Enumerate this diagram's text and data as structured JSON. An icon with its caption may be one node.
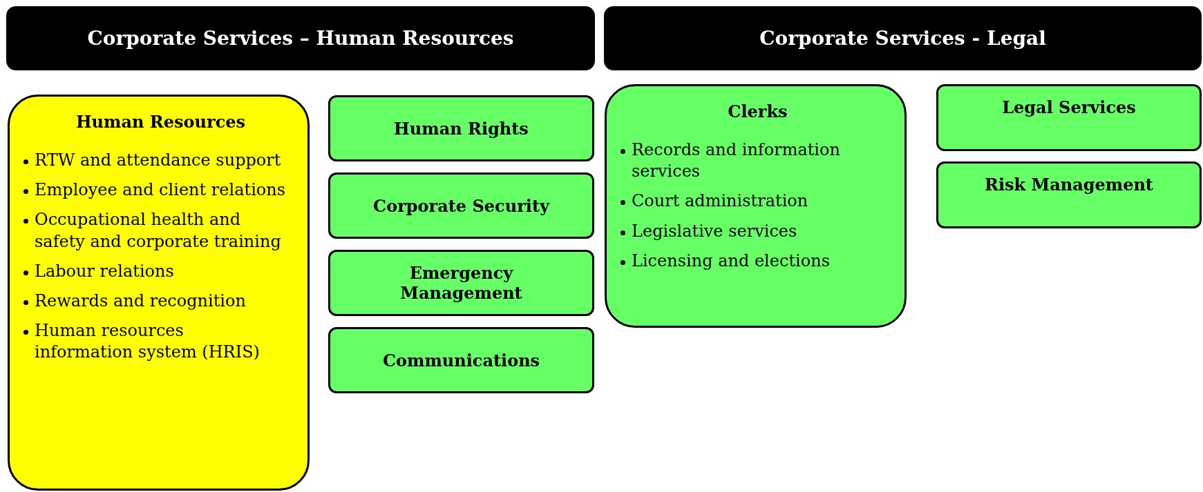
{
  "diagram": {
    "nodes": [
      {
        "text": [
          "Corporate Services – Human Resources"
        ]
      },
      {
        "text": [
          "Corporate Services - Legal"
        ]
      },
      {
        "text": [
          "Human Resources",
          "RTW and attendance support",
          "Employee and client relations",
          "Occupational health and safety and corporate training",
          "Labour relations",
          "Rewards and recognition",
          "Human resources information system (HRIS)"
        ]
      },
      {
        "text": [
          "Human Rights"
        ]
      },
      {
        "text": [
          "Corporate Security"
        ]
      },
      {
        "text": [
          "Emergency Management"
        ]
      },
      {
        "text": [
          "Communications"
        ]
      },
      {
        "text": [
          "Clerks",
          "Records and information services",
          "Court administration",
          "Legislative services",
          "Licensing and elections"
        ]
      },
      {
        "text": [
          "Legal Services"
        ]
      },
      {
        "text": [
          "Risk Management"
        ]
      }
    ],
    "edges": []
  }
}
